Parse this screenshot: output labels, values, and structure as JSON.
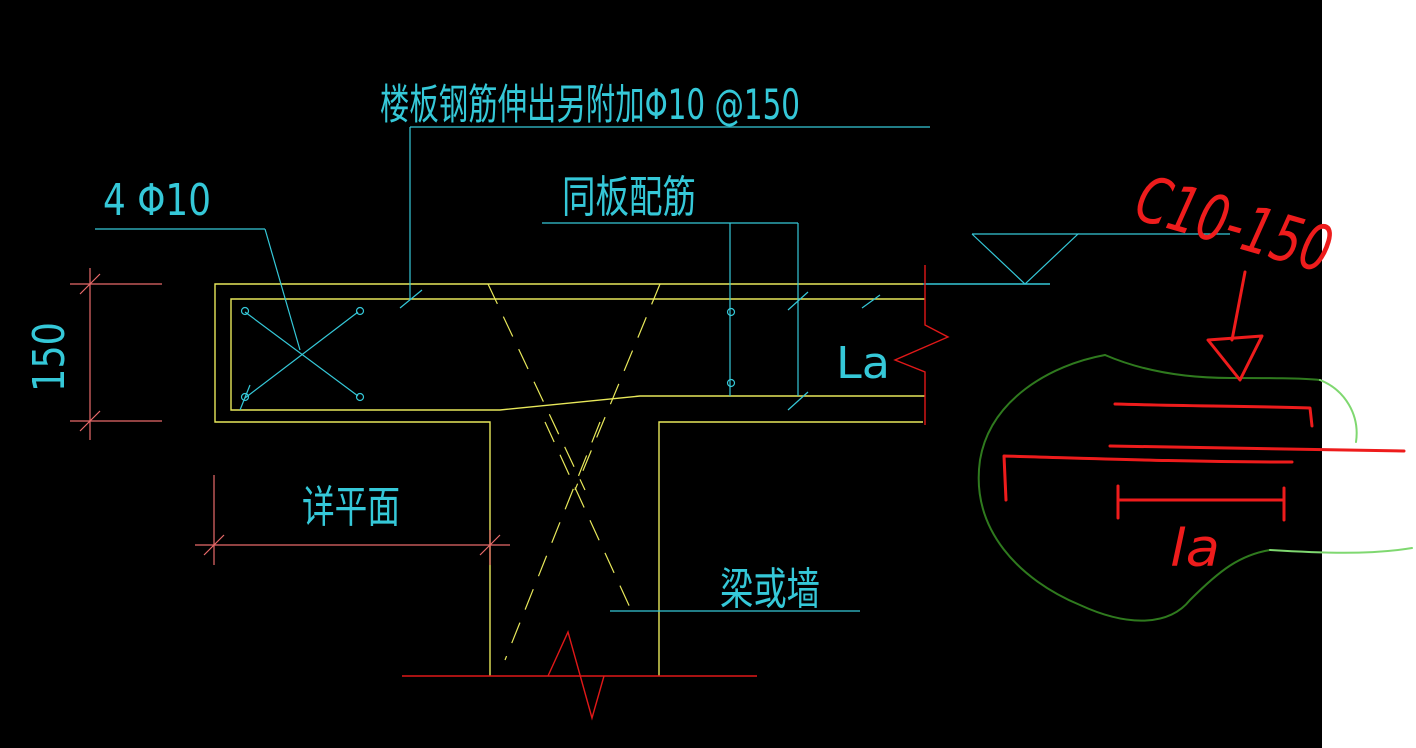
{
  "drawing": {
    "slab_rebar_note": "楼板钢筋伸出另附加Φ10 @150",
    "corner_bars": "4 Φ10",
    "same_as_slab": "同板配筋",
    "thickness": "150",
    "anchorage": "La",
    "see_plan": "详平面",
    "beam_or_wall": "梁或墙"
  },
  "markup": {
    "rebar_spec": "C10-150",
    "anchorage_length": "la"
  },
  "colors": {
    "background": "#000000",
    "annotation": "#35c8d8",
    "concrete_outline": "#e8e85a",
    "dimension": "#e86a6a",
    "break_line": "#e01818",
    "handwritten": "#ee1c1c",
    "highlight_dark": "#2f7a1e",
    "highlight_light": "#7fd870"
  }
}
